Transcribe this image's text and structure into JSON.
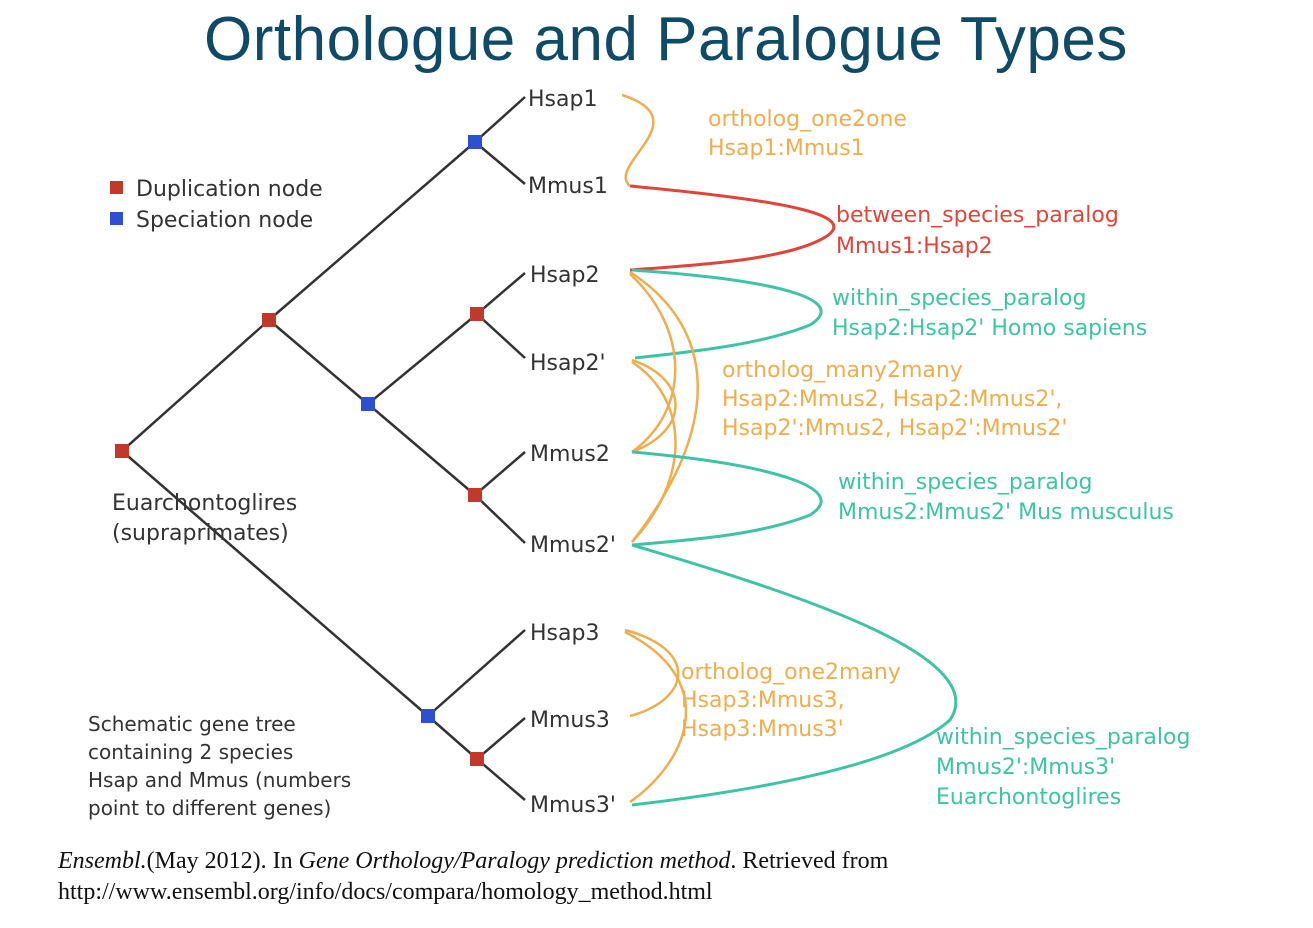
{
  "title": "Orthologue and Paralogue Types",
  "legend": {
    "duplication": "Duplication node",
    "speciation": "Speciation node",
    "duplication_color": "#c0392b",
    "speciation_color": "#2e4fd1"
  },
  "genes": {
    "hsap1": "Hsap1",
    "mmus1": "Mmus1",
    "hsap2": "Hsap2",
    "hsap2p": "Hsap2'",
    "mmus2": "Mmus2",
    "mmus2p": "Mmus2'",
    "hsap3": "Hsap3",
    "mmus3": "Mmus3",
    "mmus3p": "Mmus3'"
  },
  "root_label": {
    "line1": "Euarchontoglires",
    "line2": "(supraprimates)"
  },
  "note": {
    "line1": "Schematic gene tree",
    "line2": "containing 2 species",
    "line3": "Hsap and Mmus (numbers",
    "line4": "point to different genes)"
  },
  "annotations": {
    "a1": {
      "line1": "ortholog_one2one",
      "line2": "Hsap1:Mmus1",
      "color": "#f0ad4e"
    },
    "a2": {
      "line1": "between_species_paralog",
      "line2": "Mmus1:Hsap2",
      "color": "#e0453a"
    },
    "a3": {
      "line1": "within_species_paralog",
      "line2": "Hsap2:Hsap2' Homo sapiens",
      "color": "#3ec4a4"
    },
    "a4": {
      "line1": "ortholog_many2many",
      "line2": "Hsap2:Mmus2, Hsap2:Mmus2',",
      "line3": "Hsap2':Mmus2, Hsap2':Mmus2'",
      "color": "#f0ad4e"
    },
    "a5": {
      "line1": "within_species_paralog",
      "line2": "Mmus2:Mmus2' Mus musculus",
      "color": "#3ec4a4"
    },
    "a6": {
      "line1": "ortholog_one2many",
      "line2": "Hsap3:Mmus3,",
      "line3": "Hsap3:Mmus3'",
      "color": "#f0ad4e"
    },
    "a7": {
      "line1": "within_species_paralog",
      "line2": "Mmus2':Mmus3'",
      "line3": "Euarchontoglires",
      "color": "#3ec4a4"
    }
  },
  "citation": {
    "source": "Ensembl.",
    "date": "(May 2012). In ",
    "work": "Gene Orthology/Paralogy prediction method",
    "retrieved": ". Retrieved from",
    "url": "http://www.ensembl.org/info/docs/compara/homology_method.html"
  }
}
